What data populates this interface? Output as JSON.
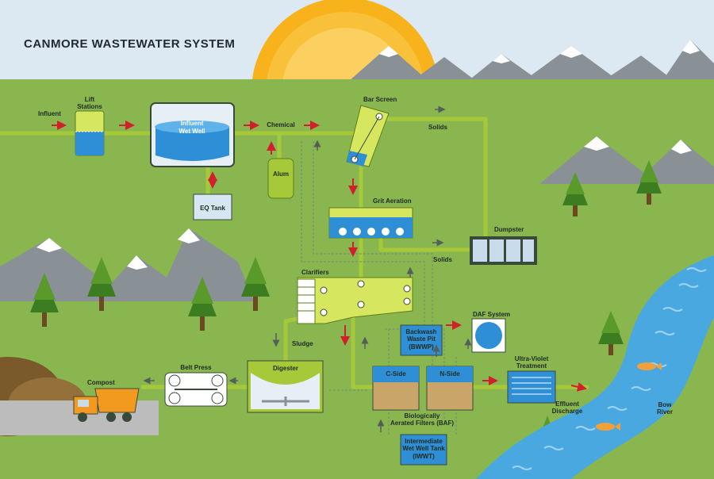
{
  "title": "CANMORE WASTEWATER SYSTEM",
  "labels": {
    "influent": "Influent",
    "lift_stations_1": "Lift",
    "lift_stations_2": "Stations",
    "influent_wet_well_1": "Influent",
    "influent_wet_well_2": "Wet Well",
    "eq_tank": "EQ Tank",
    "chemical": "Chemical",
    "alum": "Alum",
    "bar_screen": "Bar Screen",
    "solids_top": "Solids",
    "grit_aeration": "Grit Aeration",
    "dumpster": "Dumpster",
    "solids_bottom": "Solids",
    "clarifiers": "Clarifiers",
    "sludge": "Sludge",
    "backwash_1": "Backwash",
    "backwash_2": "Waste Pit",
    "backwash_3": "(BWWP)",
    "daf_system": "DAF System",
    "c_side": "C-Side",
    "n_side": "N-Side",
    "baf_1": "Biologically",
    "baf_2": "Aerated Filters (BAF)",
    "iwwt_1": "Intermediate",
    "iwwt_2": "Wet Well Tank",
    "iwwt_3": "(IWWT)",
    "uv_1": "Ultra-Violet",
    "uv_2": "Treatment",
    "effluent_1": "Effluent",
    "effluent_2": "Discharge",
    "bow_river_1": "Bow",
    "bow_river_2": "River",
    "digester": "Digester",
    "belt_press": "Belt Press",
    "compost": "Compost"
  },
  "colors": {
    "sky": "#dce8f2",
    "grass": "#8ab650",
    "pipe": "#a6c93a",
    "pipe_dark": "#5f7d1f",
    "water": "#2e8fd6",
    "arrow_red": "#d21f2e",
    "arrow_gray": "#555f5a",
    "sun": "#f7b21c",
    "mountain": "#8a9196",
    "river": "#4aa8e0",
    "tree": "#3d7d22",
    "truck": "#f29a1f"
  }
}
